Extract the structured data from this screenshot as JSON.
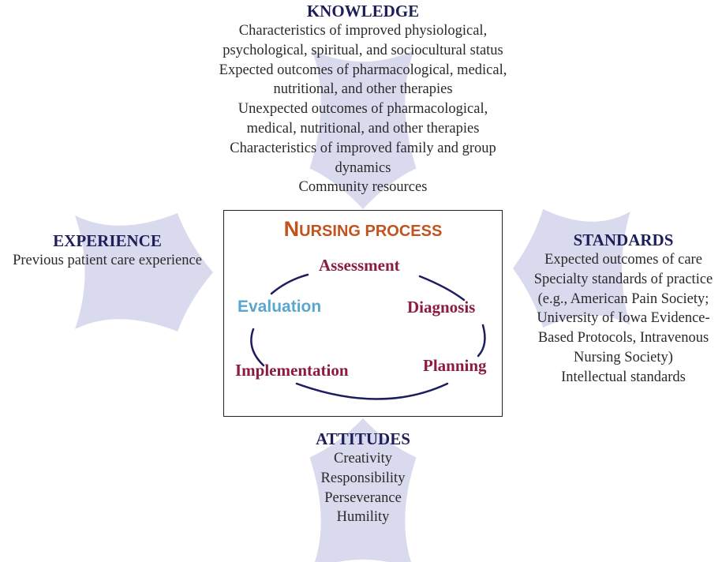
{
  "colors": {
    "arrow": "#d9daee",
    "heading": "#1e1e5a",
    "title": "#c0531f",
    "step": "#8a1c40",
    "evaluation": "#5aa6cf",
    "cycle": "#1c1c5e"
  },
  "knowledge": {
    "title": "KNOWLEDGE",
    "lines": [
      "Characteristics of improved physiological,",
      "psychological, spiritual, and sociocultural status",
      "Expected outcomes of pharmacological, medical,",
      "nutritional, and other therapies",
      "Unexpected outcomes of pharmacological,",
      "medical, nutritional, and other therapies",
      "Characteristics of improved family and group",
      "dynamics",
      "Community resources"
    ]
  },
  "experience": {
    "title": "EXPERIENCE",
    "lines": [
      "Previous patient care experience"
    ]
  },
  "standards": {
    "title": "STANDARDS",
    "lines": [
      "Expected outcomes of care",
      "Specialty standards of practice",
      "(e.g., American Pain Society;",
      "University of Iowa Evidence-",
      "Based Protocols, Intravenous",
      "Nursing Society)",
      "Intellectual standards"
    ]
  },
  "attitudes": {
    "title": "ATTITUDES",
    "lines": [
      "Creativity",
      "Responsibility",
      "Perseverance",
      "Humility"
    ]
  },
  "nursing_process": {
    "title_initial": "N",
    "title_rest": "URSING PROCESS",
    "steps": {
      "assessment": "Assessment",
      "diagnosis": "Diagnosis",
      "planning": "Planning",
      "implementation": "Implementation",
      "evaluation": "Evaluation"
    }
  }
}
